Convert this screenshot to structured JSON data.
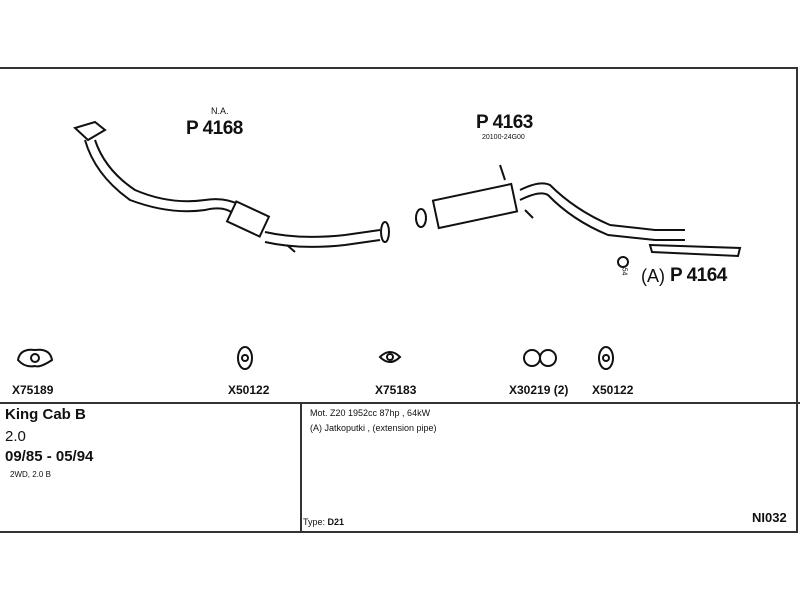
{
  "parts": {
    "p4168": {
      "note": "N.A.",
      "number": "P 4168"
    },
    "p4163": {
      "number": "P 4163",
      "oem": "20100-24G00"
    },
    "p4164": {
      "prefix": "(A)",
      "number": "P 4164",
      "clamp_size": "54"
    }
  },
  "gaskets": [
    "X75189",
    "X50122",
    "X75183",
    "X30219 (2)",
    "X50122"
  ],
  "vehicle": {
    "model": "King Cab B",
    "engine": "2.0",
    "years": "09/85 - 05/94",
    "variant": "2WD, 2.0 B"
  },
  "details": {
    "line1": "Mot. Z20 1952cc 87hp , 64kW",
    "line2": "(A) Jatkoputki , (extension pipe)",
    "type_label": "Type:",
    "type_value": "D21",
    "code": "NI032"
  }
}
